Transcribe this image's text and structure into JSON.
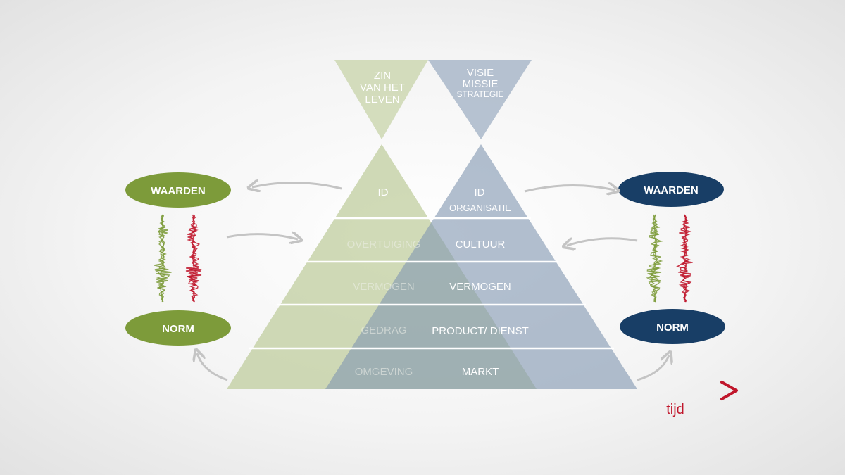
{
  "top_funnels": {
    "personal": [
      "ZIN",
      "VAN HET",
      "LEVEN"
    ],
    "organisational": [
      "VISIE",
      "MISSIE",
      "STRATEGIE"
    ]
  },
  "personal_pyramid": [
    "ID",
    "OVERTUIGING",
    "VERMOGEN",
    "GEDRAG",
    "OMGEVING"
  ],
  "organisation_pyramid": {
    "id": [
      "ID",
      "ORGANISATIE"
    ],
    "levels": [
      "CULTUUR",
      "VERMOGEN",
      "PRODUCT/ DIENST",
      "MARKT"
    ]
  },
  "left_side": {
    "top_label": "WAARDEN",
    "bottom_label": "NORM"
  },
  "right_side": {
    "top_label": "WAARDEN",
    "bottom_label": "NORM"
  },
  "time_axis": {
    "label": "tijd"
  },
  "colors": {
    "green": "#7d9b3a",
    "navy": "#183e66",
    "red": "#c0162b",
    "light_green": "#c8d3ae",
    "light_blue": "#9fb0c4"
  }
}
